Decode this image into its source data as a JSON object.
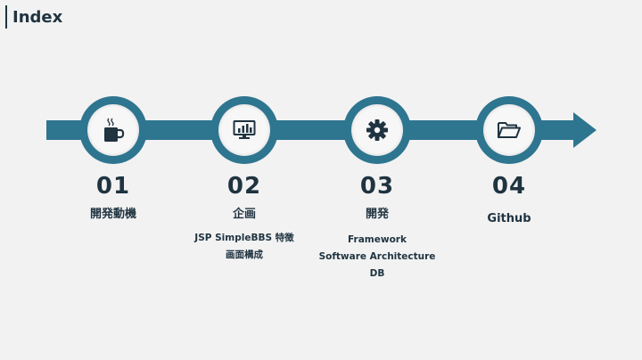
{
  "header": {
    "title": "Index"
  },
  "colors": {
    "accent": "#2e7590",
    "text": "#1f3340",
    "background": "#f2f2f2"
  },
  "steps": [
    {
      "number": "01",
      "title": "開発動機",
      "icon": "coffee-mug-icon",
      "details": []
    },
    {
      "number": "02",
      "title": "企画",
      "icon": "monitor-chart-icon",
      "details": [
        "JSP SimpleBBS 特徴",
        "画面構成"
      ]
    },
    {
      "number": "03",
      "title": "開発",
      "icon": "gear-icon",
      "details": [
        "Framework",
        "Software Architecture",
        "DB"
      ]
    },
    {
      "number": "04",
      "title": "Github",
      "icon": "folder-open-icon",
      "details": []
    }
  ]
}
